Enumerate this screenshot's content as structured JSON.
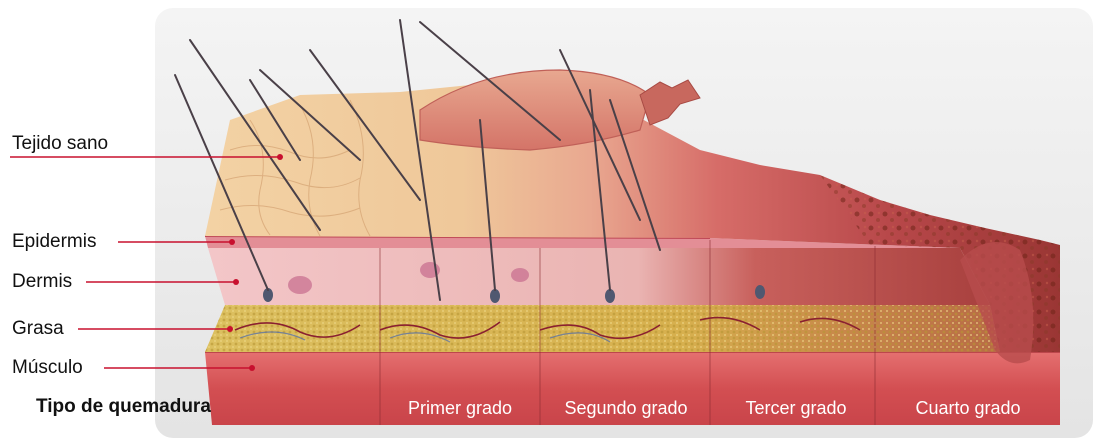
{
  "diagram": {
    "layer_labels": {
      "healthy_tissue": "Tejido sano",
      "epidermis": "Epidermis",
      "dermis": "Dermis",
      "fat": "Grasa",
      "muscle": "Músculo"
    },
    "burn_type_heading": "Tipo de quemadura",
    "grades": [
      "Primer grado",
      "Segundo grado",
      "Tercer grado",
      "Cuarto grado"
    ],
    "colors": {
      "leader_line": "#c8102e",
      "skin_surface": "#f0c89a",
      "epidermis": "#e8a0a0",
      "dermis": "#f2c4c4",
      "fat": "#d9b84a",
      "muscle": "#d85a5a",
      "burn_red": "#b8383a",
      "charred": "#7a2a20"
    }
  }
}
